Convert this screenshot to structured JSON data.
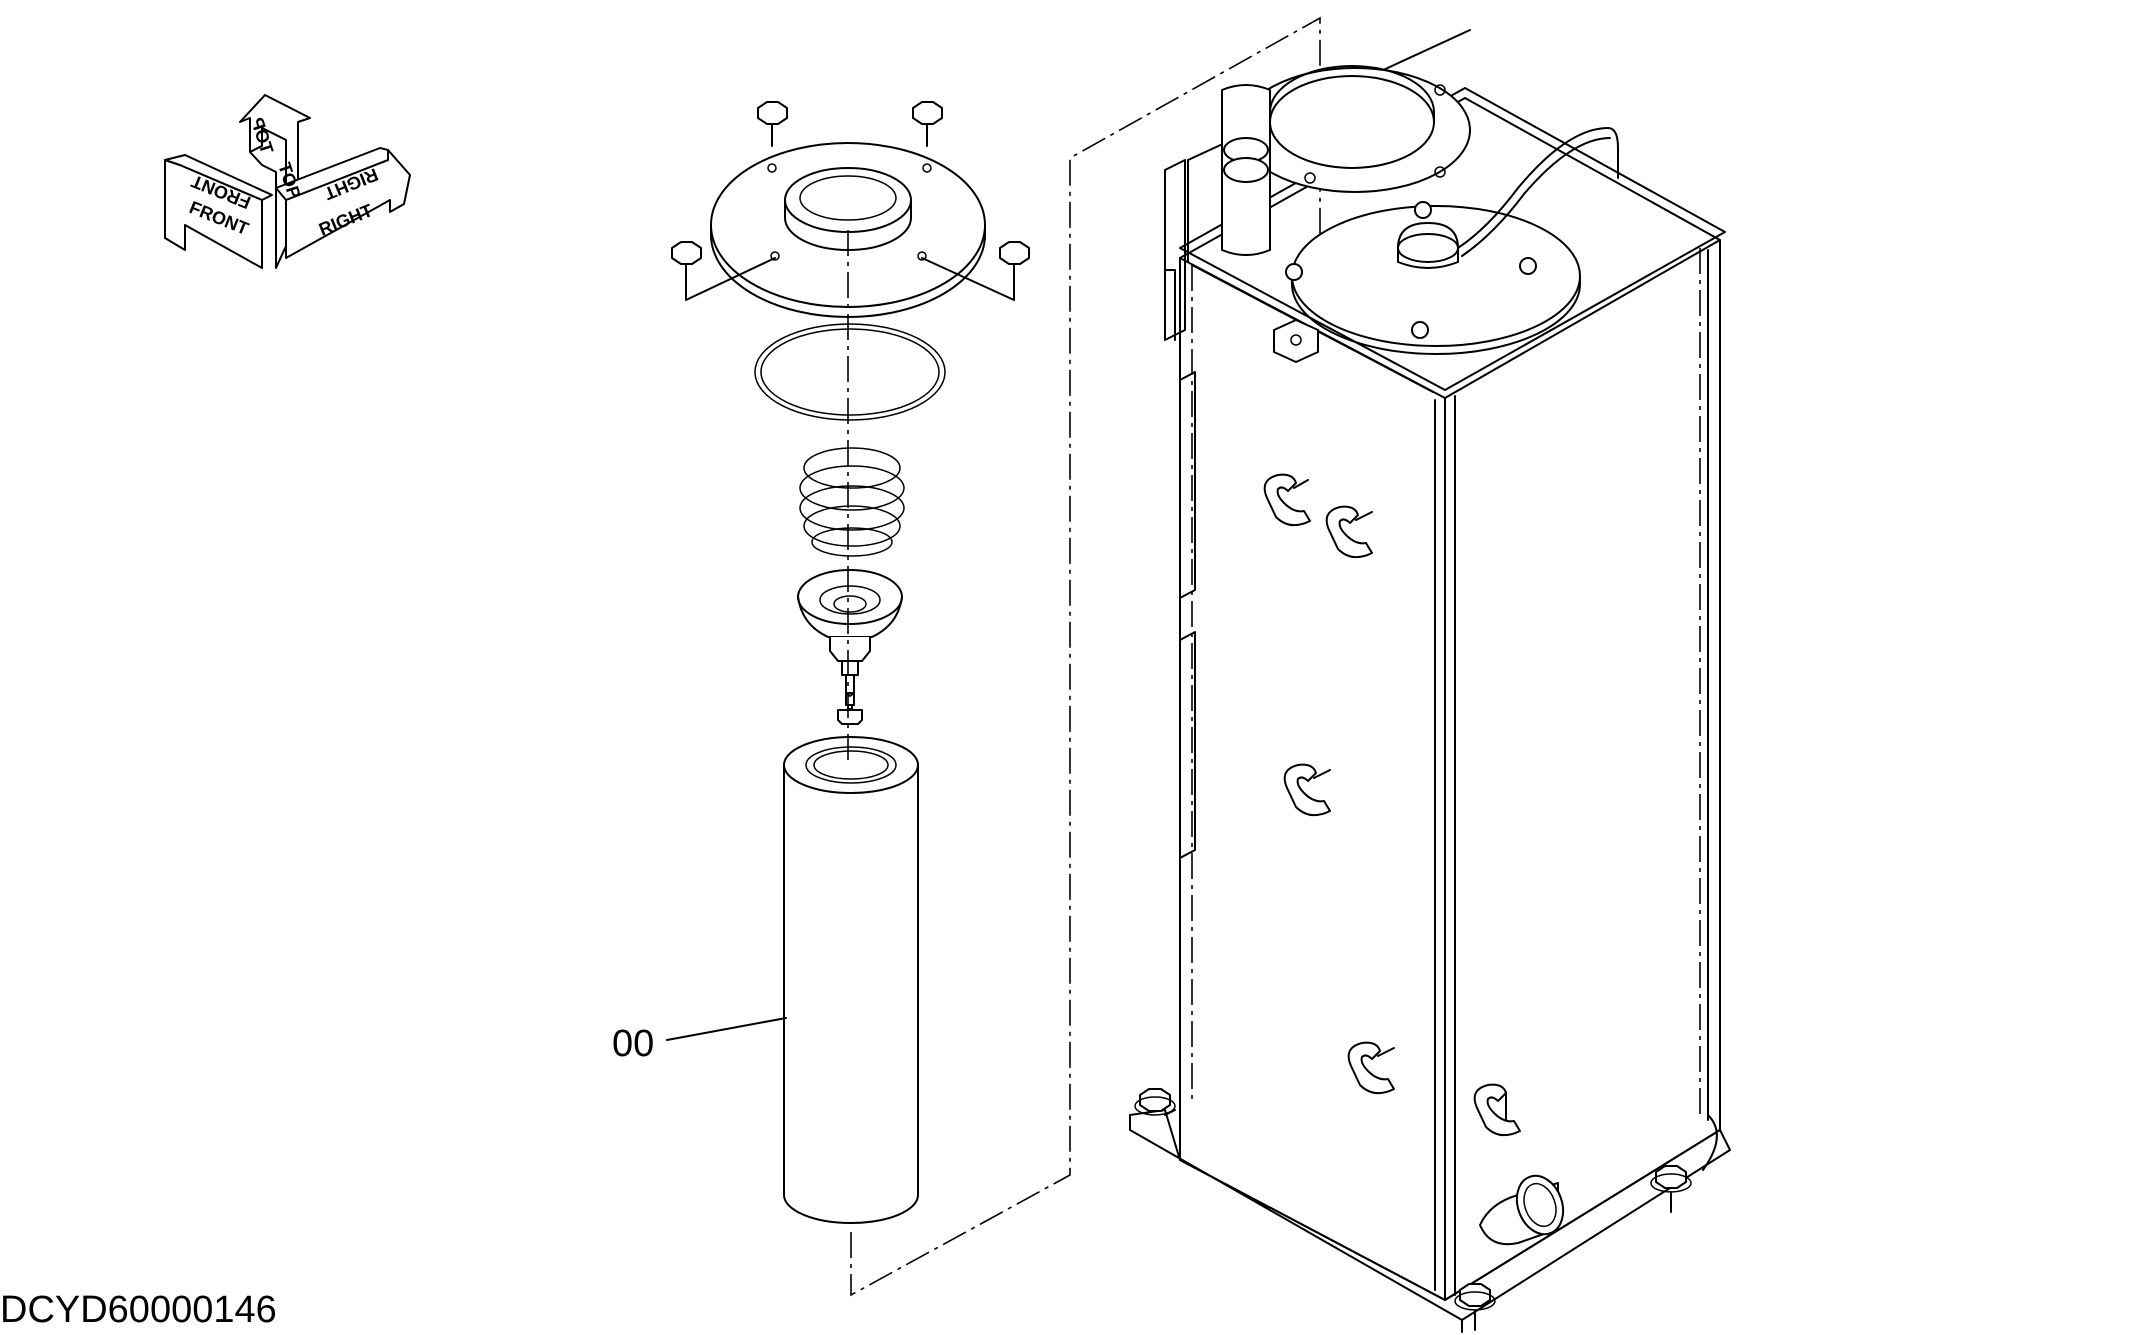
{
  "orientation": {
    "top": "TOP",
    "front": "FRONT",
    "right": "RIGHT"
  },
  "callouts": [
    {
      "id": "filter-element",
      "label": "00"
    }
  ],
  "drawing_code": "DCYD60000146"
}
